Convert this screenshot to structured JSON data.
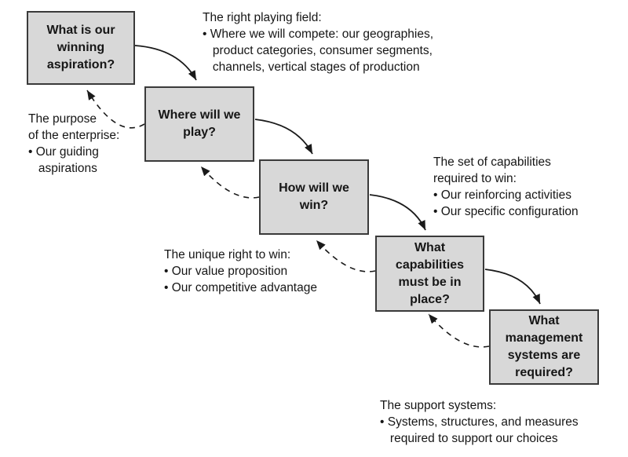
{
  "boxes": [
    {
      "name": "winning-aspiration",
      "lines": [
        "What is our",
        "winning",
        "aspiration?"
      ]
    },
    {
      "name": "where-to-play",
      "lines": [
        "Where will we",
        "play?"
      ]
    },
    {
      "name": "how-to-win",
      "lines": [
        "How will we",
        "win?"
      ]
    },
    {
      "name": "capabilities",
      "lines": [
        "What",
        "capabilities",
        "must be in",
        "place?"
      ]
    },
    {
      "name": "management-systems",
      "lines": [
        "What",
        "management",
        "systems are",
        "required?"
      ]
    }
  ],
  "annotations": [
    {
      "name": "playing-field-note",
      "lines": [
        "The right playing field:",
        "• Where we will compete: our geographies,",
        "   product categories, consumer segments,",
        "   channels, vertical stages of production"
      ]
    },
    {
      "name": "purpose-note",
      "lines": [
        "The purpose",
        "of the enterprise:",
        "• Our guiding",
        "   aspirations"
      ]
    },
    {
      "name": "capabilities-note",
      "lines": [
        "The set of capabilities",
        "required to win:",
        "• Our reinforcing activities",
        "• Our specific configuration"
      ]
    },
    {
      "name": "right-to-win-note",
      "lines": [
        "The unique right to win:",
        "• Our value proposition",
        "• Our competitive advantage"
      ]
    },
    {
      "name": "support-systems-note",
      "lines": [
        "The support systems:",
        "• Systems, structures, and measures",
        "   required to support our choices"
      ]
    }
  ],
  "colors": {
    "background": "#ffffff",
    "box_fill": "#d8d8d8",
    "box_border": "#3a3a3a",
    "arrow": "#1a1a1a",
    "text": "#161616"
  }
}
